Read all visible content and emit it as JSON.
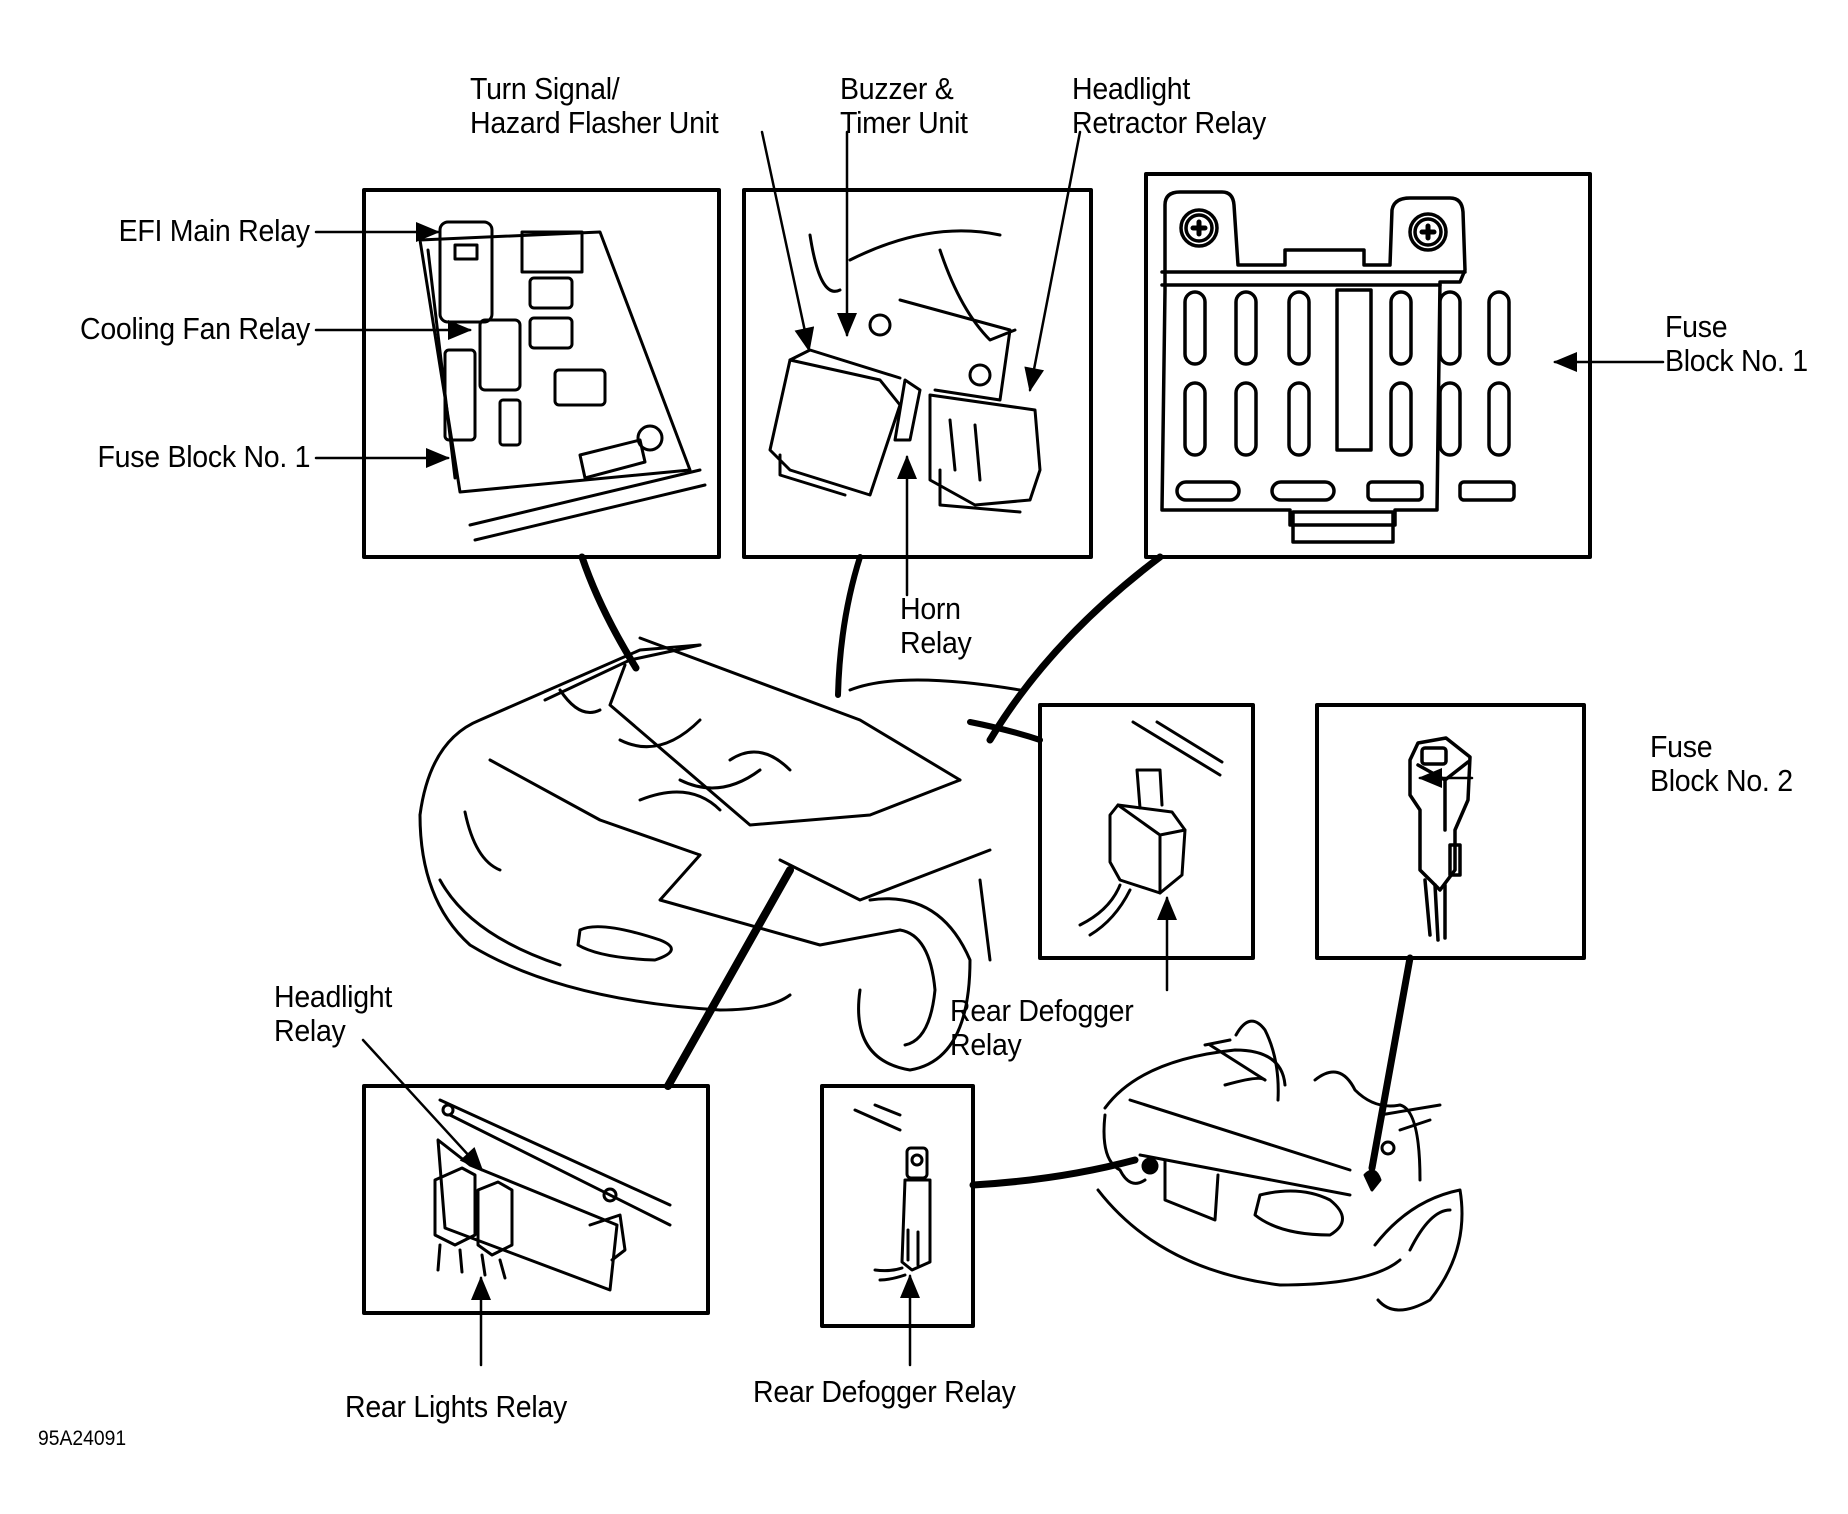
{
  "figure_id": "95A24091",
  "title": "Relay and Fuse Block Locations",
  "colors": {
    "ink": "#000000",
    "paper": "#ffffff"
  },
  "labels": {
    "efi_main_relay": "EFI Main Relay",
    "cooling_fan_relay": "Cooling Fan Relay",
    "fuse_block_1_left": "Fuse Block No. 1",
    "turn_signal_line1": "Turn Signal/",
    "turn_signal_line2": "Hazard Flasher Unit",
    "buzzer_line1": "Buzzer &",
    "buzzer_line2": "Timer Unit",
    "retractor_line1": "Headlight",
    "retractor_line2": "Retractor Relay",
    "fuse_block_1_right_line1": "Fuse",
    "fuse_block_1_right_line2": "Block No. 1",
    "horn_line1": "Horn",
    "horn_line2": "Relay",
    "fuse_block_2_line1": "Fuse",
    "fuse_block_2_line2": "Block No. 2",
    "rear_defogger_upper_line1": "Rear Defogger",
    "rear_defogger_upper_line2": "Relay",
    "headlight_relay_line1": "Headlight",
    "headlight_relay_line2": "Relay",
    "rear_lights_relay": "Rear Lights Relay",
    "rear_defogger_lower": "Rear Defogger Relay"
  },
  "insets": [
    {
      "id": "engine-fuse-block",
      "depicts": "Fuse block with EFI main relay and cooling fan relay"
    },
    {
      "id": "relay-cluster",
      "depicts": "Turn signal flasher, buzzer & timer, headlight retractor relay, horn relay"
    },
    {
      "id": "fuse-block-1-detail",
      "depicts": "Fuse Block No. 1 top view"
    },
    {
      "id": "rear-defogger-upper",
      "depicts": "Rear defogger relay"
    },
    {
      "id": "fuse-block-2",
      "depicts": "Fuse Block No. 2"
    },
    {
      "id": "headlight-rear-lights",
      "depicts": "Headlight relay and rear lights relay"
    },
    {
      "id": "rear-defogger-lower",
      "depicts": "Rear defogger relay"
    }
  ]
}
